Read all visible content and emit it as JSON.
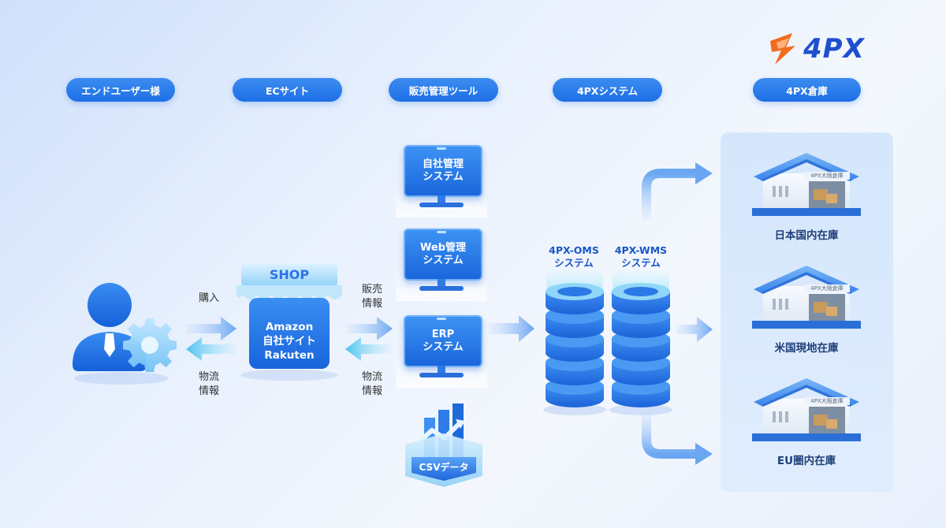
{
  "brand": {
    "logo_text": "4PX"
  },
  "columns": [
    {
      "label": "エンドユーザー様"
    },
    {
      "label": "ECサイト"
    },
    {
      "label": "販売管理ツール"
    },
    {
      "label": "4PXシステム"
    },
    {
      "label": "4PX倉庫"
    }
  ],
  "flows": {
    "purchase": "購入",
    "logistics_info_1": [
      "物流",
      "情報"
    ],
    "sales_info": [
      "販売",
      "情報"
    ],
    "logistics_info_2": [
      "物流",
      "情報"
    ]
  },
  "shop": {
    "sign": "SHOP",
    "lines": [
      "Amazon",
      "自社サイト",
      "Rakuten"
    ]
  },
  "sales_tools": [
    {
      "lines": [
        "自社管理",
        "システム"
      ]
    },
    {
      "lines": [
        "Web管理",
        "システム"
      ]
    },
    {
      "lines": [
        "ERP",
        "システム"
      ]
    }
  ],
  "csv": {
    "label": "CSVデータ"
  },
  "systems": [
    {
      "lines": [
        "4PX-OMS",
        "システム"
      ]
    },
    {
      "lines": [
        "4PX-WMS",
        "システム"
      ]
    }
  ],
  "warehouses": [
    {
      "label": "日本国内在庫",
      "sign": "4PX大阪倉庫"
    },
    {
      "label": "米国現地在庫",
      "sign": "4PX大阪倉庫"
    },
    {
      "label": "EU圏内在庫",
      "sign": "4PX大阪倉庫"
    }
  ],
  "colors": {
    "primary": "#1e6fe6",
    "accent_orange": "#f26b1d",
    "arrow": "#7fb0f5"
  }
}
